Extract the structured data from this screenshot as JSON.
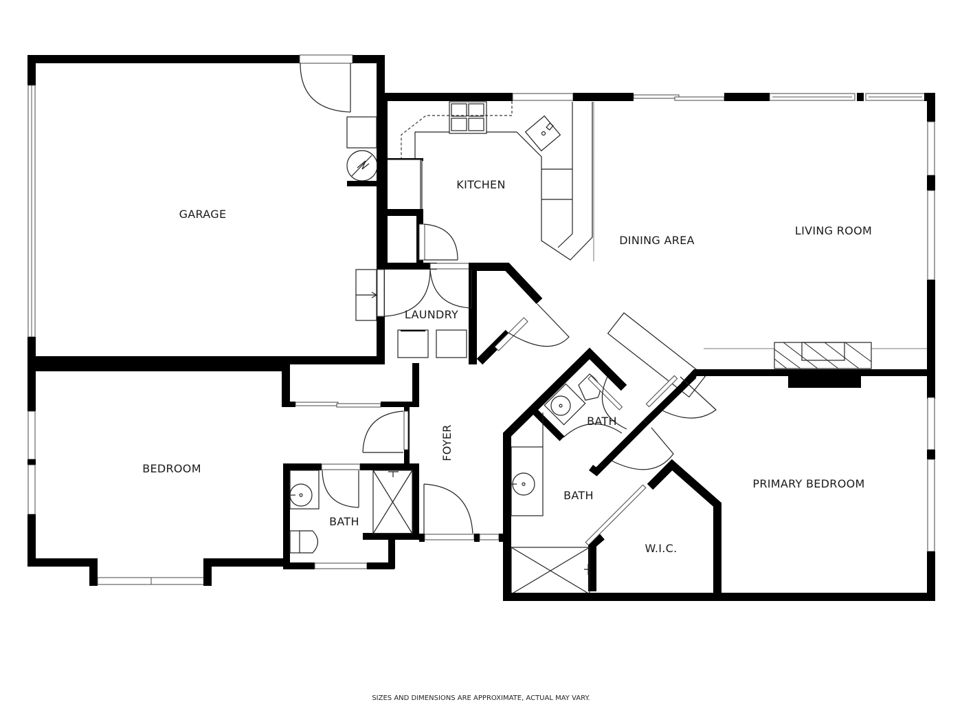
{
  "plan": {
    "rooms": [
      {
        "id": "garage",
        "label": "GARAGE"
      },
      {
        "id": "kitchen",
        "label": "KITCHEN"
      },
      {
        "id": "dining-area",
        "label": "DINING AREA"
      },
      {
        "id": "living-room",
        "label": "LIVING ROOM"
      },
      {
        "id": "laundry",
        "label": "LAUNDRY"
      },
      {
        "id": "bedroom",
        "label": "BEDROOM"
      },
      {
        "id": "foyer",
        "label": "FOYER"
      },
      {
        "id": "bath-hall",
        "label": "BATH"
      },
      {
        "id": "bath-small",
        "label": "BATH"
      },
      {
        "id": "bath-primary",
        "label": "BATH"
      },
      {
        "id": "wic",
        "label": "W.I.C."
      },
      {
        "id": "primary-bedroom",
        "label": "PRIMARY BEDROOM"
      }
    ],
    "disclaimer": "SIZES AND DIMENSIONS ARE APPROXIMATE, ACTUAL MAY VARY."
  },
  "colors": {
    "wall": "#000000",
    "background": "#ffffff",
    "line": "#222222"
  }
}
